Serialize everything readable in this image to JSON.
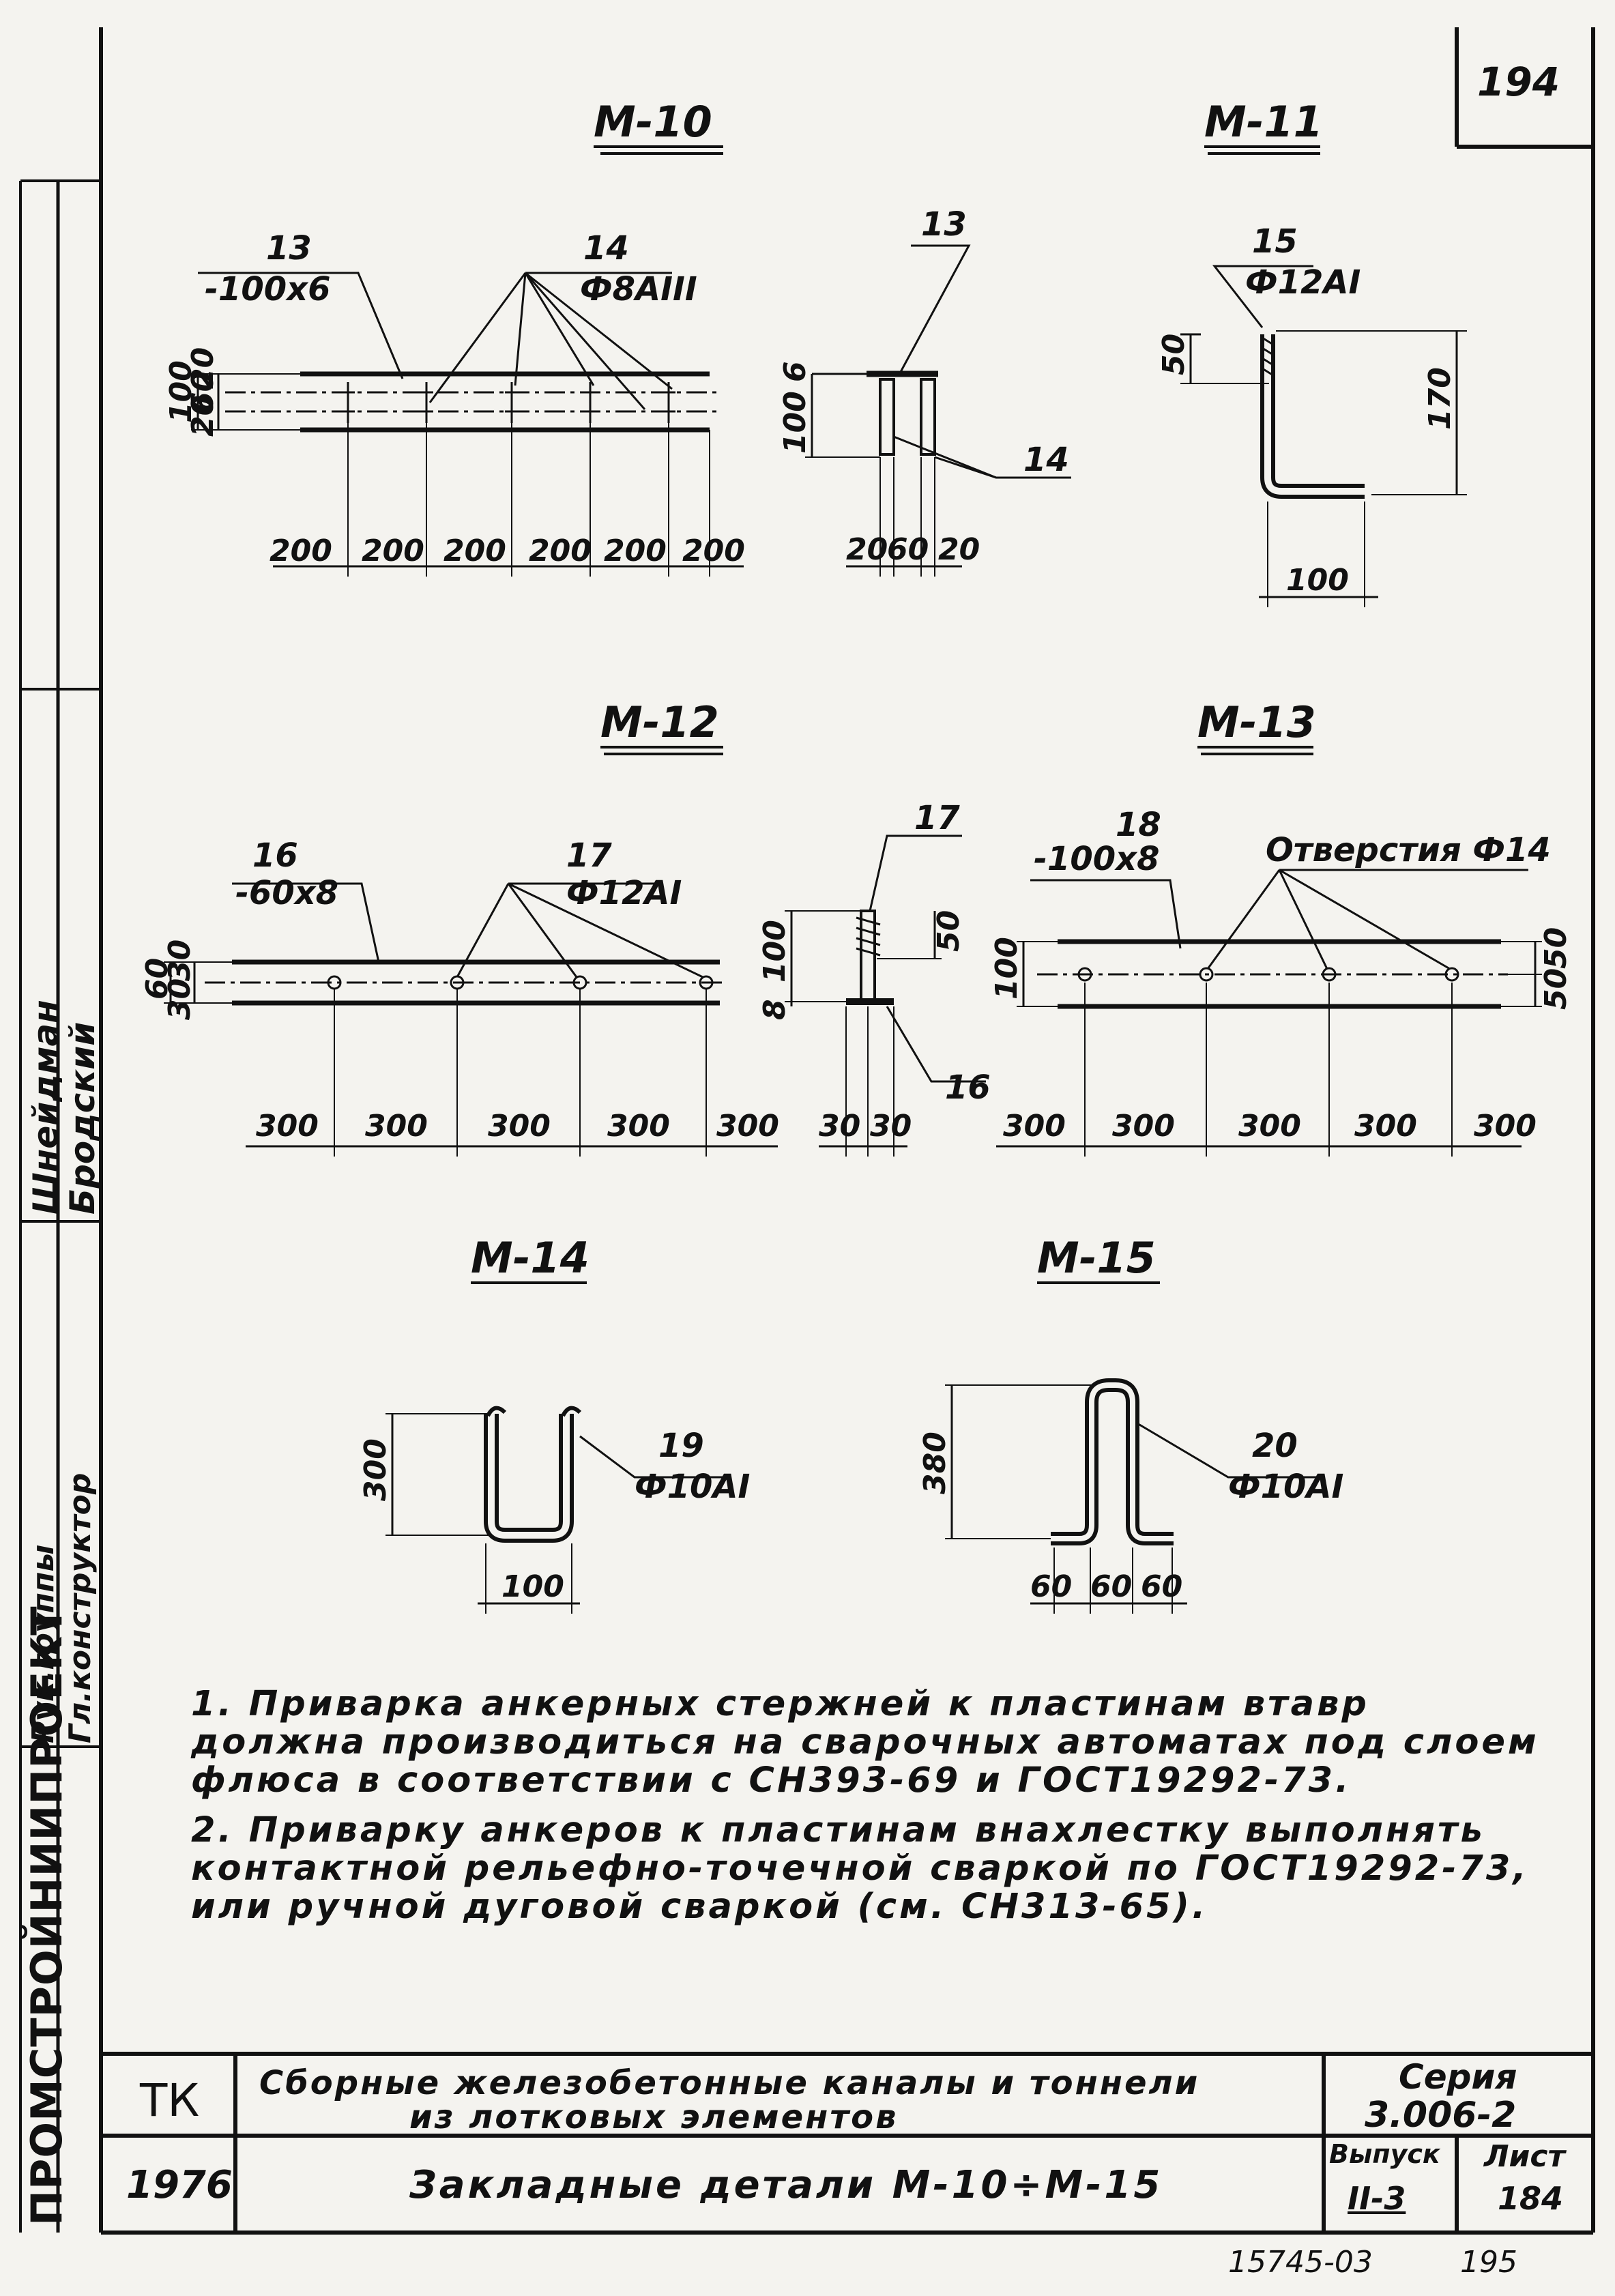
{
  "sheet_number": "194",
  "details": {
    "m10": {
      "title": "М-10",
      "plate": "13",
      "plate_size": "-100х6",
      "rod": "14",
      "rod_size": "Ф8АIII",
      "spacing": [
        "200",
        "200",
        "200",
        "200",
        "200",
        "200"
      ],
      "side": [
        "100",
        "20",
        "60",
        "20"
      ],
      "section_plate": "13",
      "section_rod": "14",
      "section_h": "100",
      "section_t": "6",
      "section_w": [
        "20",
        "60",
        "20"
      ]
    },
    "m11": {
      "title": "М-11",
      "rod": "15",
      "rod_size": "Ф12АI",
      "weld": "50",
      "height": "170",
      "width": "100"
    },
    "m12": {
      "title": "М-12",
      "plate": "16",
      "plate_size": "-60х8",
      "rod": "17",
      "rod_size": "Ф12АI",
      "spacing": [
        "300",
        "300",
        "300",
        "300",
        "300"
      ],
      "side": [
        "60",
        "30",
        "30"
      ],
      "section_rod": "17",
      "section_plate": "16",
      "section_h": "100",
      "section_weld": "50",
      "section_t": "8",
      "section_w": [
        "30",
        "30"
      ]
    },
    "m13": {
      "title": "М-13",
      "plate": "18",
      "plate_size": "-100х8",
      "holes": "Отверстия Ф14",
      "spacing": [
        "300",
        "300",
        "300",
        "300",
        "300"
      ],
      "side": "100",
      "right": [
        "50",
        "50"
      ]
    },
    "m14": {
      "title": "М-14",
      "rod": "19",
      "rod_size": "Ф10АI",
      "height": "300",
      "width": "100"
    },
    "m15": {
      "title": "М-15",
      "rod": "20",
      "rod_size": "Ф10АI",
      "height": "380",
      "widths": [
        "60",
        "60",
        "60"
      ]
    }
  },
  "notes": [
    "1. Приварка анкерных стержней к пластинам втавр должна производиться на сварочных автоматах под слоем флюса в соответствии с СН393-69 и ГОСТ19292-73.",
    "2. Приварку анкеров к пластинам внахлестку выполнять контактной рельефно-точечной сваркой по ГОСТ19292-73, или ручной дуговой сваркой (см. СН313-65)."
  ],
  "side_stamp": {
    "org": "ПРОМСТРОЙНИИПРОЕКТ",
    "role1": "Гл.конструктор",
    "name1": "Бродский",
    "role2": "Рук.группы",
    "name2": "Шнейдман"
  },
  "title_block": {
    "code": "ТК",
    "year": "1976",
    "project_line1": "Сборные железобетонные каналы и тоннели",
    "project_line2": "из лотковых элементов",
    "sheet_title": "Закладные детали М-10÷М-15",
    "series_label": "Серия",
    "series_value": "3.006-2",
    "issue_label": "Выпуск",
    "issue_value": "II-3",
    "list_label": "Лист",
    "list_value": "184"
  },
  "footer": {
    "archive": "15745-03",
    "page": "195"
  }
}
